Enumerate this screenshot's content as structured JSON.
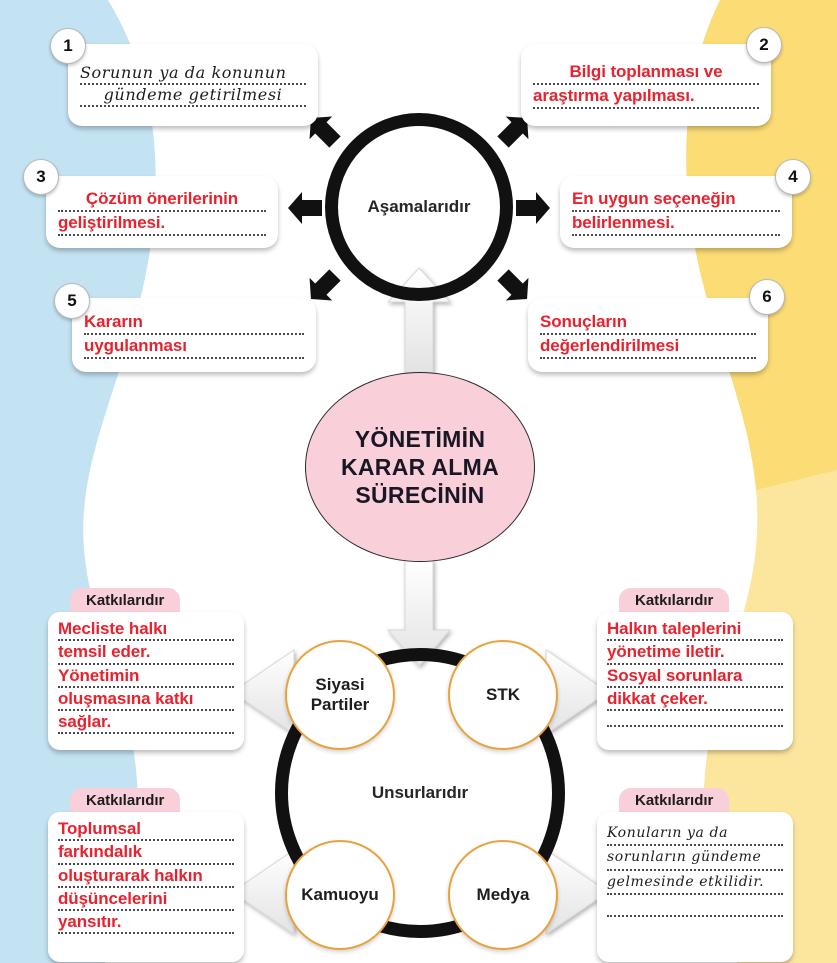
{
  "colors": {
    "left_band": "#c3e2f2",
    "right_band": "#fbdc75",
    "center": "#ffffff",
    "pink": "#f9cfda",
    "red_text": "#e8222e",
    "node_border": "#e8a33d",
    "ring": "#111111"
  },
  "center": {
    "top_ring_label": "Aşamalarıdır",
    "pink_circle_lines": [
      "YÖNETİMİN",
      "KARAR ALMA",
      "SÜRECİNİN"
    ],
    "bottom_ring_label": "Unsurlarıdır"
  },
  "steps": [
    {
      "number": "1",
      "style": "hand",
      "lines": [
        "Sorunun  ya  da  konunun",
        "gündeme  getirilmesi"
      ]
    },
    {
      "number": "2",
      "style": "red",
      "lines": [
        "Bilgi toplanması ve",
        "araştırma yapılması."
      ]
    },
    {
      "number": "3",
      "style": "red",
      "lines": [
        "Çözüm önerilerinin",
        "geliştirilmesi."
      ]
    },
    {
      "number": "4",
      "style": "red",
      "lines": [
        "En uygun seçeneğin",
        "belirlenmesi."
      ]
    },
    {
      "number": "5",
      "style": "red",
      "lines": [
        "Kararın",
        "uygulanması"
      ]
    },
    {
      "number": "6",
      "style": "red",
      "lines": [
        "Sonuçların",
        "değerlendirilmesi"
      ]
    }
  ],
  "nodes": [
    {
      "id": "siyasi-partiler",
      "label": "Siyasi\nPartiler"
    },
    {
      "id": "stk",
      "label": "STK"
    },
    {
      "id": "kamuoyu",
      "label": "Kamuoyu"
    },
    {
      "id": "medya",
      "label": "Medya"
    }
  ],
  "contributions": [
    {
      "id": "siyasi-partiler",
      "header": "Katkılarıdır",
      "style": "red",
      "lines": [
        "Mecliste halkı",
        "temsil eder.",
        "Yönetimin",
        "oluşmasına katkı",
        "sağlar."
      ]
    },
    {
      "id": "stk",
      "header": "Katkılarıdır",
      "style": "red",
      "lines": [
        "Halkın taleplerini",
        "yönetime iletir.",
        "Sosyal sorunlara",
        "dikkat çeker.",
        ""
      ]
    },
    {
      "id": "kamuoyu",
      "header": "Katkılarıdır",
      "style": "red",
      "lines": [
        "Toplumsal",
        "farkındalık",
        "oluşturarak halkın",
        "düşüncelerini",
        "yansıtır."
      ]
    },
    {
      "id": "medya",
      "header": "Katkılarıdır",
      "style": "hand",
      "lines": [
        "Konuların  ya  da",
        "sorunların  gündeme",
        "gelmesinde  etkilidir.",
        ""
      ]
    }
  ],
  "node_labels": {
    "siyasi_partiler_l1": "Siyasi",
    "siyasi_partiler_l2": "Partiler",
    "stk": "STK",
    "kamuoyu": "Kamuoyu",
    "medya": "Medya"
  }
}
